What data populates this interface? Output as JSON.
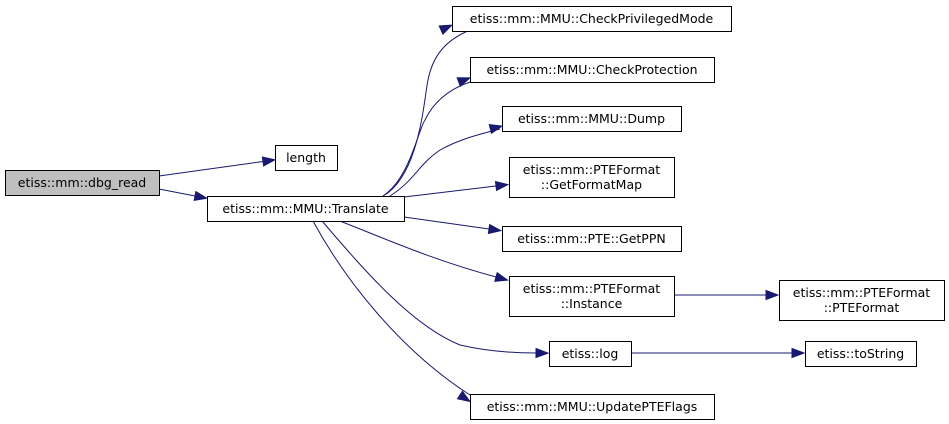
{
  "diagram": {
    "type": "call-graph",
    "edge_color": "#191970",
    "root_fill": "#bfbfbf",
    "nodes": [
      {
        "id": "dbg_read",
        "lines": [
          "etiss::mm::dbg_read"
        ],
        "root": true
      },
      {
        "id": "length",
        "lines": [
          "length"
        ]
      },
      {
        "id": "translate",
        "lines": [
          "etiss::mm::MMU::Translate"
        ]
      },
      {
        "id": "checkpriv",
        "lines": [
          "etiss::mm::MMU::CheckPrivilegedMode"
        ]
      },
      {
        "id": "checkprot",
        "lines": [
          "etiss::mm::MMU::CheckProtection"
        ]
      },
      {
        "id": "dump",
        "lines": [
          "etiss::mm::MMU::Dump"
        ]
      },
      {
        "id": "getformatmap",
        "lines": [
          "etiss::mm::PTEFormat",
          "::GetFormatMap"
        ]
      },
      {
        "id": "getppn",
        "lines": [
          "etiss::mm::PTE::GetPPN"
        ]
      },
      {
        "id": "instance",
        "lines": [
          "etiss::mm::PTEFormat",
          "::Instance"
        ]
      },
      {
        "id": "log",
        "lines": [
          "etiss::log"
        ]
      },
      {
        "id": "updatepte",
        "lines": [
          "etiss::mm::MMU::UpdatePTEFlags"
        ]
      },
      {
        "id": "pteformat",
        "lines": [
          "etiss::mm::PTEFormat",
          "::PTEFormat"
        ]
      },
      {
        "id": "tostring",
        "lines": [
          "etiss::toString"
        ]
      }
    ],
    "edges": [
      {
        "from": "dbg_read",
        "to": "length"
      },
      {
        "from": "dbg_read",
        "to": "translate"
      },
      {
        "from": "translate",
        "to": "checkpriv"
      },
      {
        "from": "translate",
        "to": "checkprot"
      },
      {
        "from": "translate",
        "to": "dump"
      },
      {
        "from": "translate",
        "to": "getformatmap"
      },
      {
        "from": "translate",
        "to": "getppn"
      },
      {
        "from": "translate",
        "to": "instance"
      },
      {
        "from": "translate",
        "to": "log"
      },
      {
        "from": "translate",
        "to": "updatepte"
      },
      {
        "from": "instance",
        "to": "pteformat"
      },
      {
        "from": "log",
        "to": "tostring"
      }
    ]
  }
}
